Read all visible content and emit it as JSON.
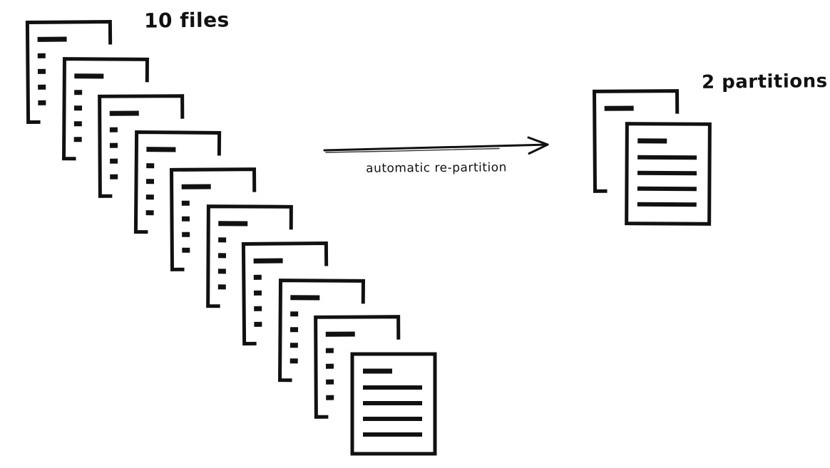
{
  "source": {
    "label": "10 files",
    "file_count": 10
  },
  "arrow": {
    "label": "automatic re-partition"
  },
  "result": {
    "label": "2 partitions",
    "partition_count": 2
  },
  "colors": {
    "ink": "#111111",
    "paper": "#ffffff"
  },
  "icons": {
    "source_file": "document-icon",
    "result_partition": "document-icon",
    "arrow": "right-arrow-icon"
  }
}
